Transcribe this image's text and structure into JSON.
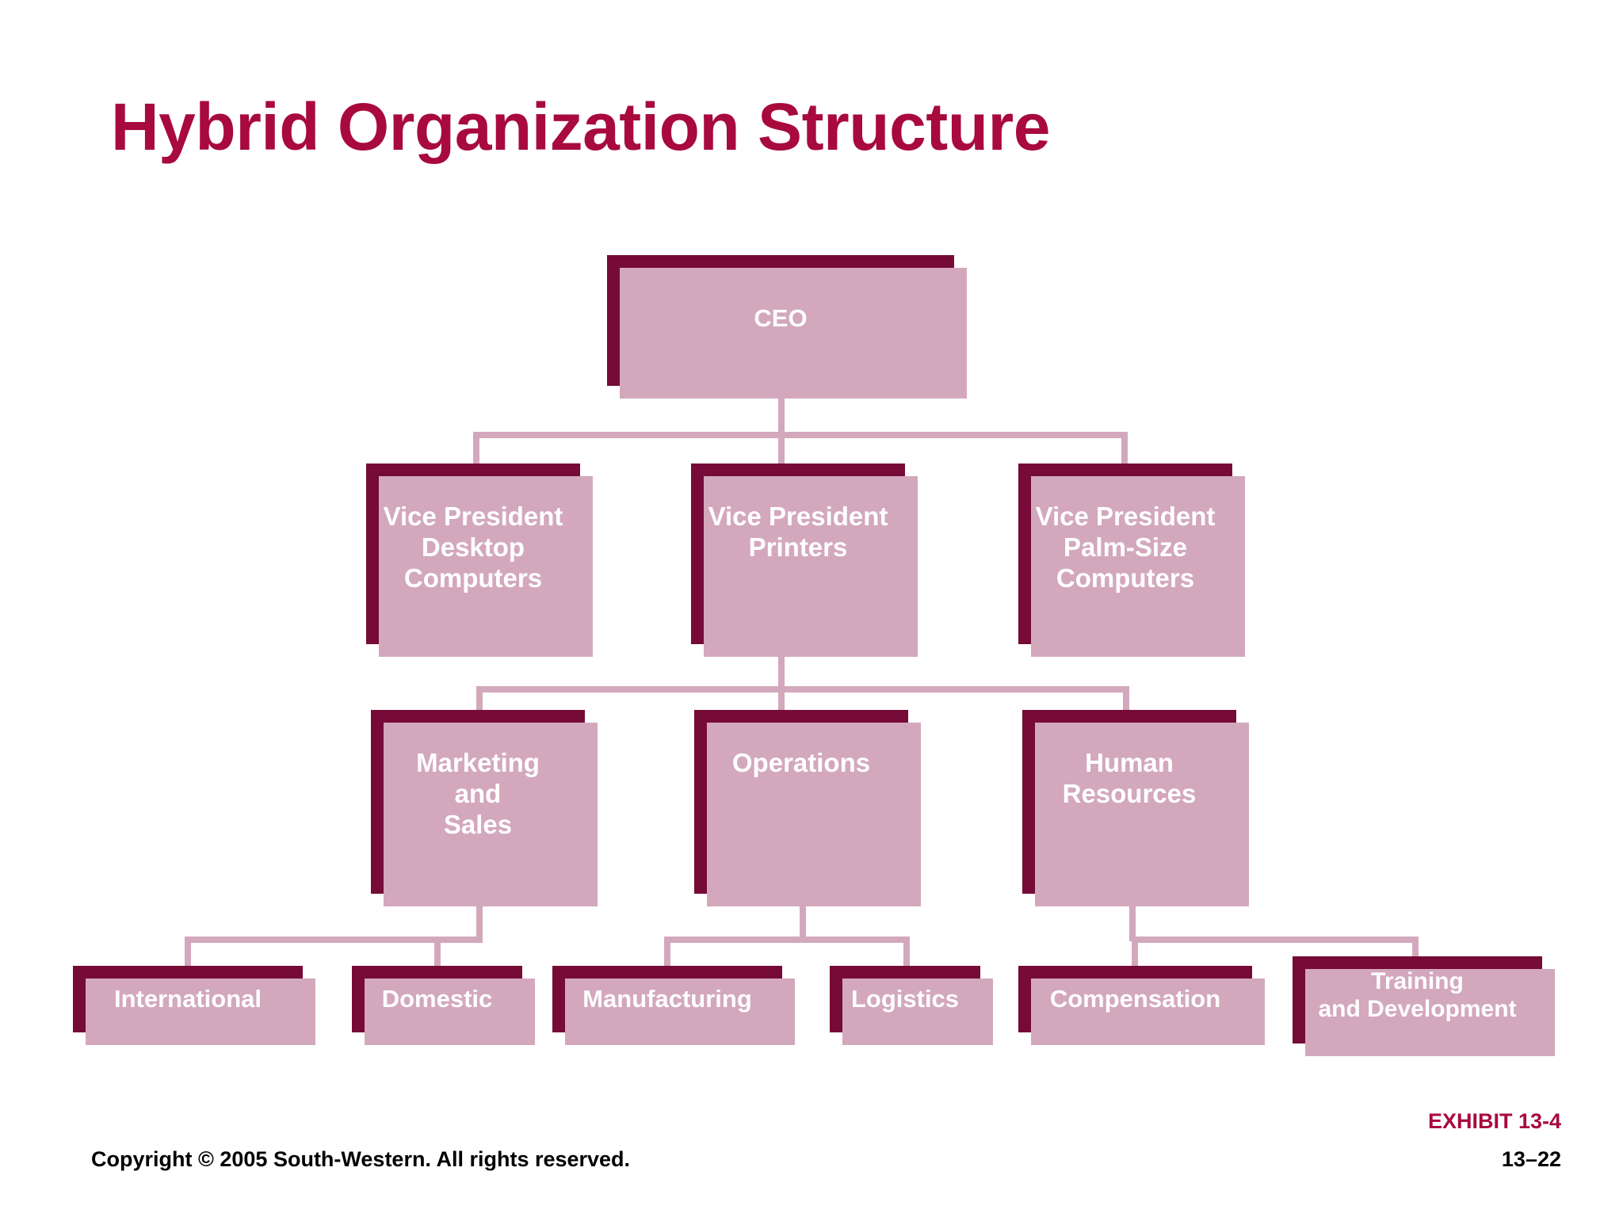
{
  "slide": {
    "title": "Hybrid Organization Structure",
    "background_color": "#FFFFFF",
    "title_color": "#A80A3D",
    "node_fill_color": "#750B36",
    "node_text_color": "#FFFFFF",
    "connector_color": "#D3A8BC",
    "shadow_color": "#D3A8BC"
  },
  "chart_data": {
    "type": "diagram",
    "diagram_type": "organization-chart",
    "title": "Hybrid Organization Structure",
    "levels": [
      {
        "level": 0,
        "nodes": [
          "CEO"
        ]
      },
      {
        "level": 1,
        "nodes": [
          "Vice President\nDesktop\nComputers",
          "Vice President\nPrinters",
          "Vice President\nPalm-Size\nComputers"
        ]
      },
      {
        "level": 2,
        "nodes": [
          "Marketing\nand\nSales",
          "Operations",
          "Human\nResources"
        ]
      },
      {
        "level": 3,
        "nodes": [
          "International",
          "Domestic",
          "Manufacturing",
          "Logistics",
          "Compensation",
          "Training\nand Development"
        ]
      }
    ],
    "edges": [
      {
        "from": "CEO",
        "to": "Vice President Desktop Computers"
      },
      {
        "from": "CEO",
        "to": "Vice President Printers"
      },
      {
        "from": "CEO",
        "to": "Vice President Palm-Size Computers"
      },
      {
        "from": "Vice President Printers",
        "to": "Marketing and Sales"
      },
      {
        "from": "Vice President Printers",
        "to": "Operations"
      },
      {
        "from": "Vice President Printers",
        "to": "Human Resources"
      },
      {
        "from": "Marketing and Sales",
        "to": "International"
      },
      {
        "from": "Marketing and Sales",
        "to": "Domestic"
      },
      {
        "from": "Operations",
        "to": "Manufacturing"
      },
      {
        "from": "Operations",
        "to": "Logistics"
      },
      {
        "from": "Human Resources",
        "to": "Compensation"
      },
      {
        "from": "Human Resources",
        "to": "Training and Development"
      }
    ]
  },
  "org": {
    "ceo": {
      "label": "CEO"
    },
    "vps": [
      {
        "id": "vp-desktop",
        "label": "Vice President\nDesktop\nComputers"
      },
      {
        "id": "vp-printers",
        "label": "Vice President\nPrinters"
      },
      {
        "id": "vp-palm",
        "label": "Vice President\nPalm-Size\nComputers"
      }
    ],
    "functions": [
      {
        "id": "marketing",
        "label": "Marketing\nand\nSales"
      },
      {
        "id": "operations",
        "label": "Operations"
      },
      {
        "id": "hr",
        "label": "Human\nResources"
      }
    ],
    "units": [
      {
        "id": "international",
        "label": "International"
      },
      {
        "id": "domestic",
        "label": "Domestic"
      },
      {
        "id": "manufacturing",
        "label": "Manufacturing"
      },
      {
        "id": "logistics",
        "label": "Logistics"
      },
      {
        "id": "compensation",
        "label": "Compensation"
      },
      {
        "id": "training",
        "label": "Training\nand Development"
      }
    ]
  },
  "footer": {
    "copyright": "Copyright © 2005 South-Western. All rights reserved.",
    "exhibit": "EXHIBIT 13-4",
    "slide_number": "13–22"
  }
}
